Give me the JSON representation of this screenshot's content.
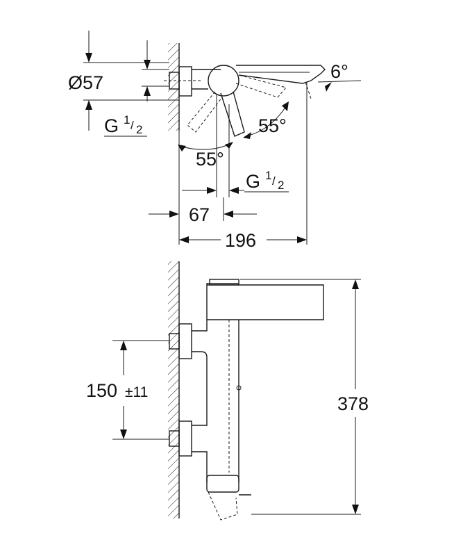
{
  "drawing": {
    "top_view": {
      "dia": "Ø57",
      "thread_g": "G",
      "thread_num": "1",
      "thread_den": "2",
      "angle_spout": "6°",
      "angle_lever_right": "55°",
      "angle_lever_left": "55°",
      "thread2_g": "G",
      "thread2_num": "1",
      "thread2_den": "2",
      "depth": "67",
      "projection": "196"
    },
    "front_view": {
      "centers": "150",
      "tolerance": "±11",
      "height": "378"
    },
    "colors": {
      "line": "#1a1a1a",
      "background": "#ffffff"
    }
  }
}
